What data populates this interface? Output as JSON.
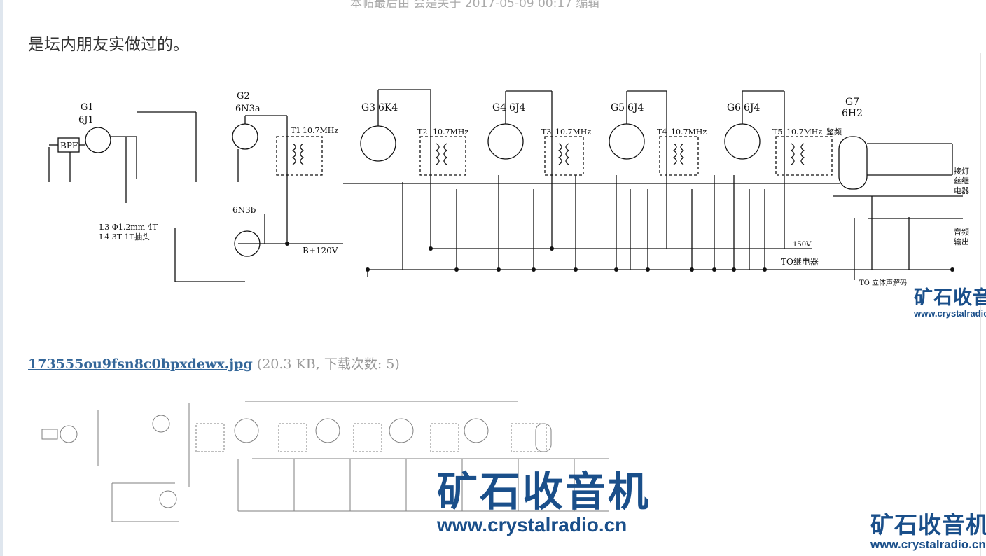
{
  "header": {
    "faded_line": "本帖最后由 会是关于 2017-05-09 00:17 编辑"
  },
  "post": {
    "intro_text": "是坛内朋友实做过的。"
  },
  "attachment": {
    "filename": "173555ou9fsn8c0bpxdewx.jpg",
    "size": "20.3 KB",
    "downloads_label": "下载次数",
    "downloads": "5"
  },
  "schematic": {
    "tubes": [
      {
        "id": "G1",
        "type": "6J1"
      },
      {
        "id": "G2",
        "type": "6N3a"
      },
      {
        "id": "G3",
        "type": "6K4"
      },
      {
        "id": "G4",
        "type": "6J4"
      },
      {
        "id": "G5",
        "type": "6J4"
      },
      {
        "id": "G6",
        "type": "6J4"
      },
      {
        "id": "G7",
        "type": "6H2"
      }
    ],
    "sub_tube": "6N3b",
    "transformers": [
      {
        "id": "T1",
        "freq": "10.7MHz"
      },
      {
        "id": "T2",
        "freq": "10.7MHz"
      },
      {
        "id": "T3",
        "freq": "10.7MHz"
      },
      {
        "id": "T4",
        "freq": "10.7MHz"
      },
      {
        "id": "T5",
        "freq": "10.7MHz",
        "note": "鉴频"
      }
    ],
    "bpf": "BPF",
    "bplus": "B+120V",
    "coil_note_1": "L3 Φ1.2mm 4T",
    "coil_note_2": "L4 3T 1T抽头",
    "relay_out": "TO继电器",
    "v150": "150V",
    "to_decoder": "TO 立体声解码",
    "lamp_out": [
      "接灯",
      "丝继",
      "电器"
    ],
    "audio_out": [
      "音频",
      "输出"
    ]
  },
  "watermark": {
    "cn": "矿石收音机",
    "url": "www.crystalradio.cn"
  },
  "colors": {
    "link": "#336699",
    "watermark": "#1a4f8a",
    "meta": "#999999"
  }
}
